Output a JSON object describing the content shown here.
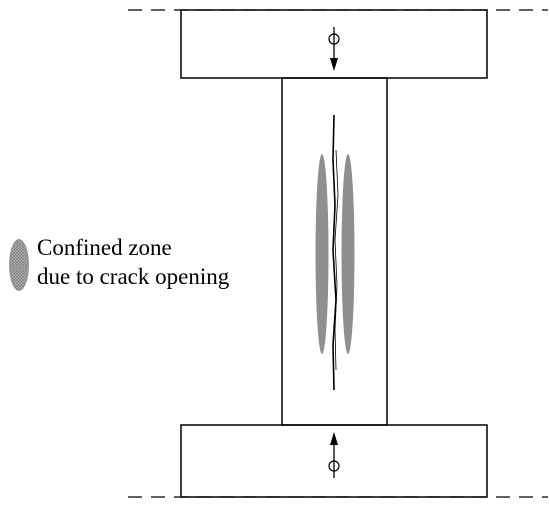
{
  "legend": {
    "line1": "Confined zone",
    "line2": "due to crack opening",
    "swatch_color": "#9a9a9a"
  },
  "colors": {
    "stroke": "#000000",
    "zone_fill": "#8f8f8f"
  },
  "symbols": {
    "load_marker_top": "phi-down-arrow",
    "load_marker_bottom": "phi-up-arrow"
  }
}
